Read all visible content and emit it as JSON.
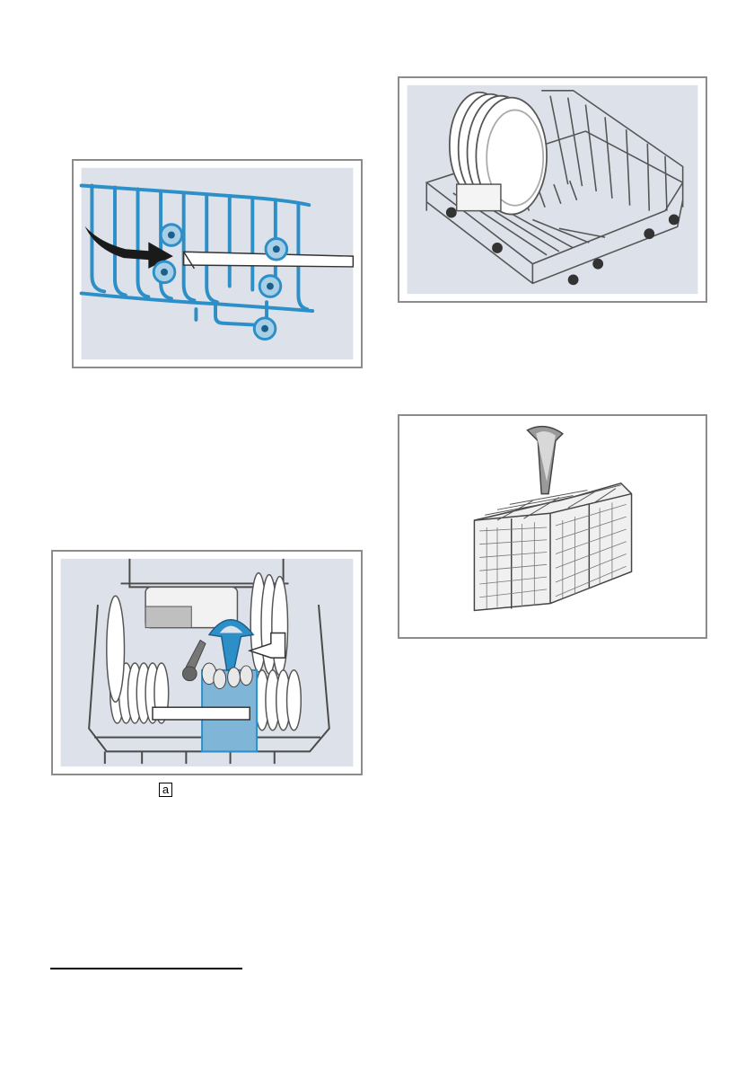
{
  "callout": {
    "label": "a"
  },
  "colors": {
    "panel": "#dde1e9",
    "blue": "#2d8fc8",
    "line": "#4a4a4a",
    "frame": "#8c8c8c"
  },
  "figures": [
    {
      "name": "upper-rack-adjustment-figure"
    },
    {
      "name": "loaded-lower-rack-figure"
    },
    {
      "name": "plates-rack-figure"
    },
    {
      "name": "cutlery-basket-figure"
    }
  ]
}
